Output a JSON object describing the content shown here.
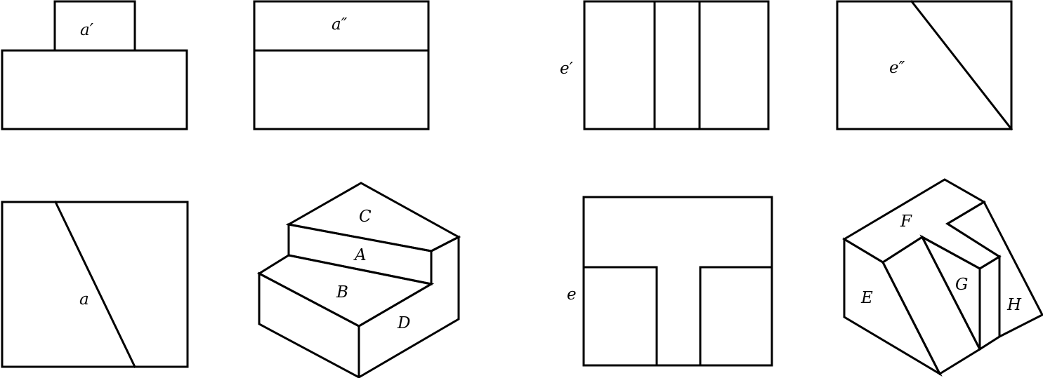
{
  "labels": {
    "a_prime": "a′",
    "a_double_prime": "a″",
    "a": "a",
    "e_prime": "e′",
    "e_double_prime": "e″",
    "e": "e",
    "C": "C",
    "A": "A",
    "B": "B",
    "D": "D",
    "F": "F",
    "E": "E",
    "G": "G",
    "H": "H"
  },
  "colors": {
    "line": "#000000",
    "background": "#ffffff"
  }
}
